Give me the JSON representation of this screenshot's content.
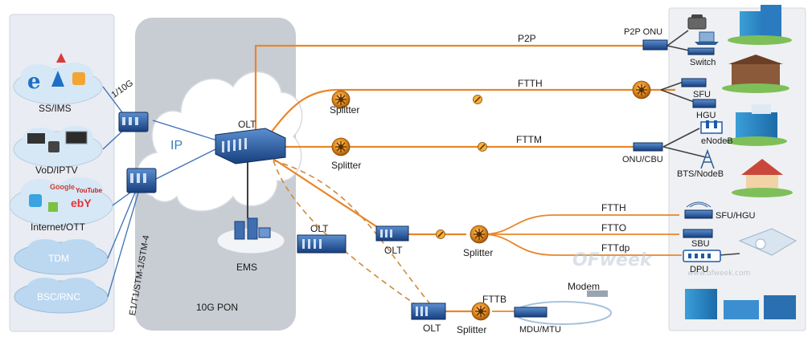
{
  "services": {
    "ss_ims": "SS/IMS",
    "vod_iptv": "VoD/IPTV",
    "internet_ott": "Internet/OTT",
    "tdm": "TDM",
    "bsc_rnc": "BSC/RNC",
    "gateway_1g": "1/10G",
    "gateway_e1": "E1/T1/STM-1/STM-4",
    "ott_logos": [
      "Google",
      "YouTube",
      "ebY"
    ]
  },
  "core": {
    "ip": "IP",
    "pon": "10G PON",
    "olt": "OLT",
    "ems": "EMS"
  },
  "links": {
    "p2p": "P2P",
    "ftth": "FTTH",
    "fttm": "FTTM",
    "ftth2": "FTTH",
    "ftto": "FTTO",
    "fttdp": "FTTdp",
    "fttb": "FTTB"
  },
  "nodes": {
    "splitter_1": "Splitter",
    "splitter_2": "Splitter",
    "splitter_3": "Splitter",
    "splitter_4": "Splitter",
    "olt_2": "OLT",
    "olt_3": "OLT",
    "olt_4": "OLT",
    "modem": "Modem"
  },
  "endpoints": {
    "p2p_onu": "P2P ONU",
    "switch": "Switch",
    "sfu": "SFU",
    "hgu": "HGU",
    "enodeb": "eNodeB",
    "onu_cbu": "ONU/CBU",
    "bts_nodeb": "BTS/NodeB",
    "sfu_hgu": "SFU/HGU",
    "sbu": "SBU",
    "dpu": "DPU",
    "mdu_mtu": "MDU/MTU"
  },
  "watermark": {
    "brand": "OFweek",
    "site": "www.ofweek.com"
  },
  "colors": {
    "fiber": "#e8862a",
    "link_dark": "#404040",
    "cloud_fill": "#d6e8f6",
    "panel_fill": "#e9ecf2",
    "pon_panel_fill": "#c8ccd3",
    "device_blue": "#1e5aa8"
  }
}
